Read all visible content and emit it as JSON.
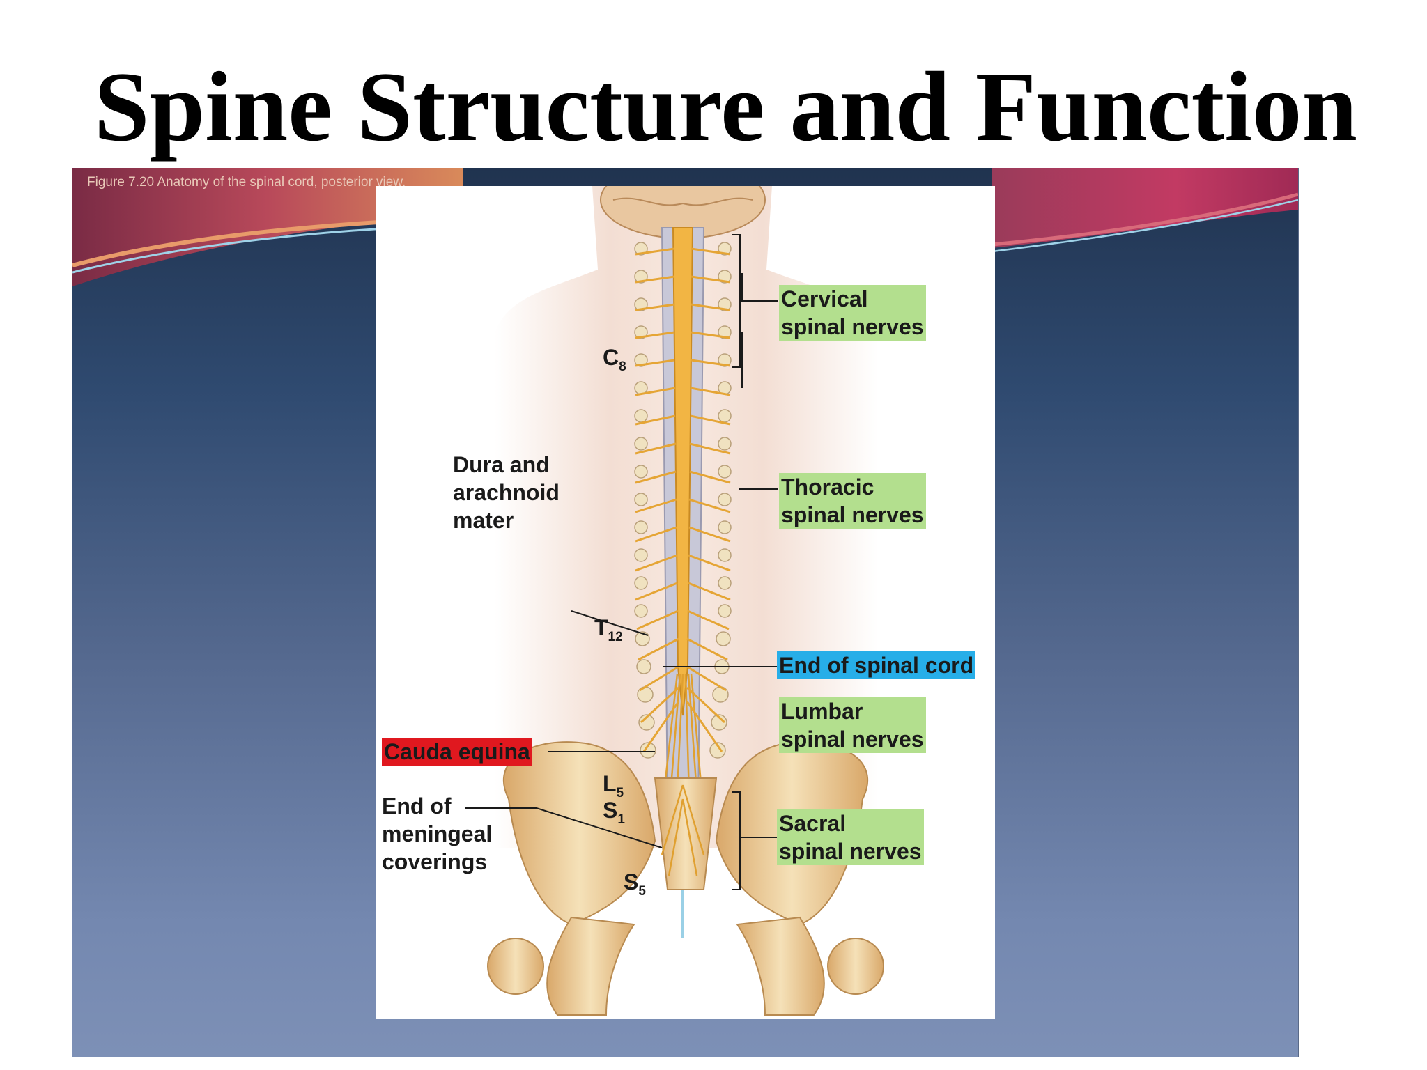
{
  "slide": {
    "title": "Spine Structure and Function"
  },
  "figure": {
    "caption": "Figure 7.20 Anatomy of the spinal cord, posterior view.",
    "labels": {
      "cervical_line1": "Cervical",
      "cervical_line2": "spinal nerves",
      "thoracic_line1": "Thoracic",
      "thoracic_line2": "spinal nerves",
      "end_of_spinal_cord": "End of spinal cord",
      "lumbar_line1": "Lumbar",
      "lumbar_line2": "spinal nerves",
      "sacral_line1": "Sacral",
      "sacral_line2": "spinal nerves",
      "dura_line1": "Dura and",
      "dura_line2": "arachnoid",
      "dura_line3": "mater",
      "cauda_equina": "Cauda equina",
      "meningeal_line1": "End of",
      "meningeal_line2": "meningeal",
      "meningeal_line3": "coverings"
    },
    "segments": {
      "c8": {
        "letter": "C",
        "sub": "8"
      },
      "t12": {
        "letter": "T",
        "sub": "12"
      },
      "l5": {
        "letter": "L",
        "sub": "5"
      },
      "s1": {
        "letter": "S",
        "sub": "1"
      },
      "s5": {
        "letter": "S",
        "sub": "5"
      }
    },
    "colors": {
      "green_highlight": "#b3df8e",
      "blue_highlight": "#27aee8",
      "red_highlight": "#e0181f",
      "nerve": "#f0b43c",
      "bone": "#efd6a6",
      "skin": "#f6e7dd"
    }
  }
}
